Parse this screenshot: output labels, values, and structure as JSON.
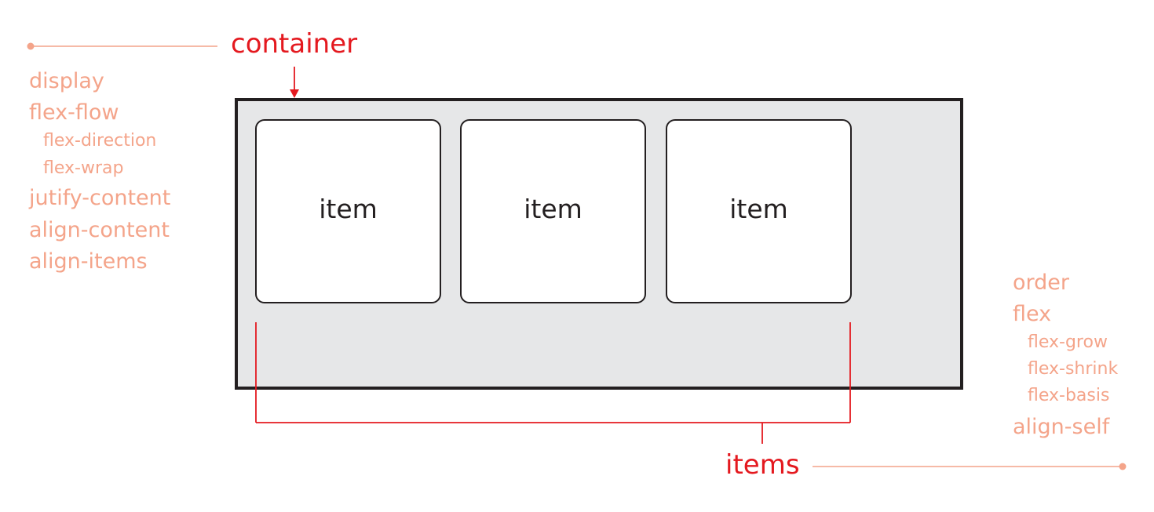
{
  "diagram": {
    "container_label": "container",
    "items_label": "items",
    "item_label": "item",
    "item_count": 3,
    "container_properties": [
      {
        "label": "display",
        "level": 0
      },
      {
        "label": "flex-flow",
        "level": 0
      },
      {
        "label": "flex-direction",
        "level": 1
      },
      {
        "label": "flex-wrap",
        "level": 1
      },
      {
        "label": "jutify-content",
        "level": 0
      },
      {
        "label": "align-content",
        "level": 0
      },
      {
        "label": "align-items",
        "level": 0
      }
    ],
    "item_properties": [
      {
        "label": "order",
        "level": 0
      },
      {
        "label": "flex",
        "level": 0
      },
      {
        "label": "flex-grow",
        "level": 1
      },
      {
        "label": "flex-shrink",
        "level": 1
      },
      {
        "label": "flex-basis",
        "level": 1
      },
      {
        "label": "align-self",
        "level": 0
      }
    ]
  },
  "colors": {
    "title_red": "#e4191f",
    "property_salmon": "#f4a48a",
    "container_fill": "#e6e7e8",
    "outline_dark": "#231f20",
    "item_fill": "#ffffff"
  }
}
